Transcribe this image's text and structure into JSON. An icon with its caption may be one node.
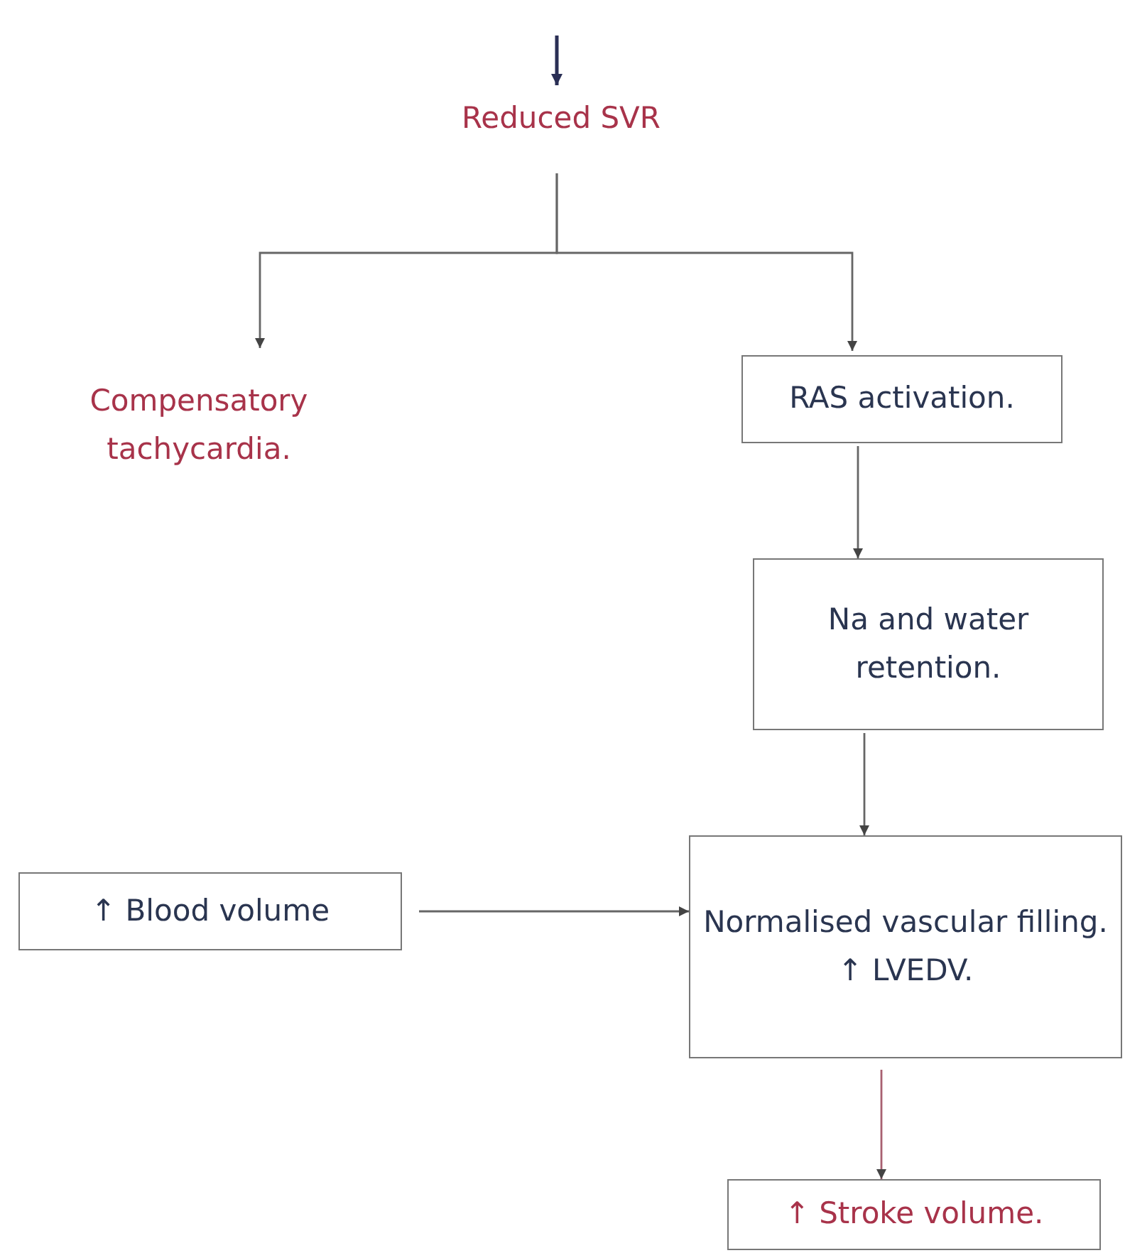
{
  "diagram": {
    "nodes": [
      {
        "text": [
          "Reduced SVR"
        ]
      },
      {
        "text": [
          "Compensatory tachycardia."
        ]
      },
      {
        "text": [
          "RAS activation."
        ]
      },
      {
        "text": [
          "Na and water retention."
        ]
      },
      {
        "text": [
          "↑ Blood volume"
        ]
      },
      {
        "text": [
          "Normalised vascular filling.",
          "↑ LVEDV."
        ]
      },
      {
        "text": [
          "↑ Stroke volume."
        ]
      }
    ],
    "edges": [
      {
        "from": null,
        "to": 0,
        "arrow": "to",
        "color": "#2a2f55"
      },
      {
        "from": 0,
        "to": 1,
        "arrow": "to"
      },
      {
        "from": 0,
        "to": 2,
        "arrow": "to"
      },
      {
        "from": 2,
        "to": 3,
        "arrow": "to"
      },
      {
        "from": 3,
        "to": 5,
        "arrow": "to"
      },
      {
        "from": 4,
        "to": 5,
        "arrow": "to"
      },
      {
        "from": 5,
        "to": 6,
        "arrow": "to",
        "color": "#a86070"
      }
    ]
  }
}
